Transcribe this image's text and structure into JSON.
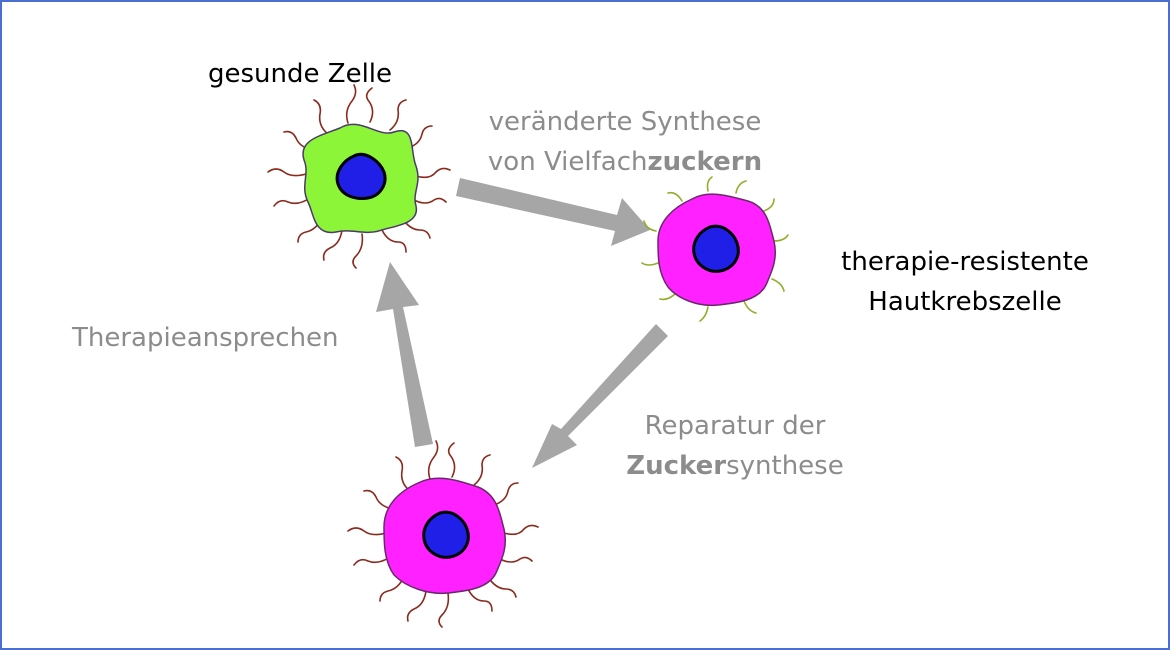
{
  "labels": {
    "healthy_cell": "gesunde Zelle",
    "resistant_cell_line1": "therapie-resistente",
    "resistant_cell_line2": "Hautkrebszelle",
    "arrow_top_line1": "veränderte Synthese",
    "arrow_top_line2_plain": "von Vielfach",
    "arrow_top_line2_bold": "zuckern",
    "arrow_right_line1": "Reparatur der",
    "arrow_right_line2_bold": "Zucker",
    "arrow_right_line2_plain": "synthese",
    "arrow_left": "Therapieansprechen"
  },
  "colors": {
    "frame": "#4a6fd1",
    "arrow": "#a6a6a6",
    "healthy_cytoplasm": "#8cf538",
    "cancer_cytoplasm": "#ff21ff",
    "nucleus": "#1f1fe8",
    "red_glycan": "#8b2a1e",
    "green_glycan": "#8fae2a",
    "text_dark": "#000000",
    "text_grey": "#8c8c8c"
  }
}
